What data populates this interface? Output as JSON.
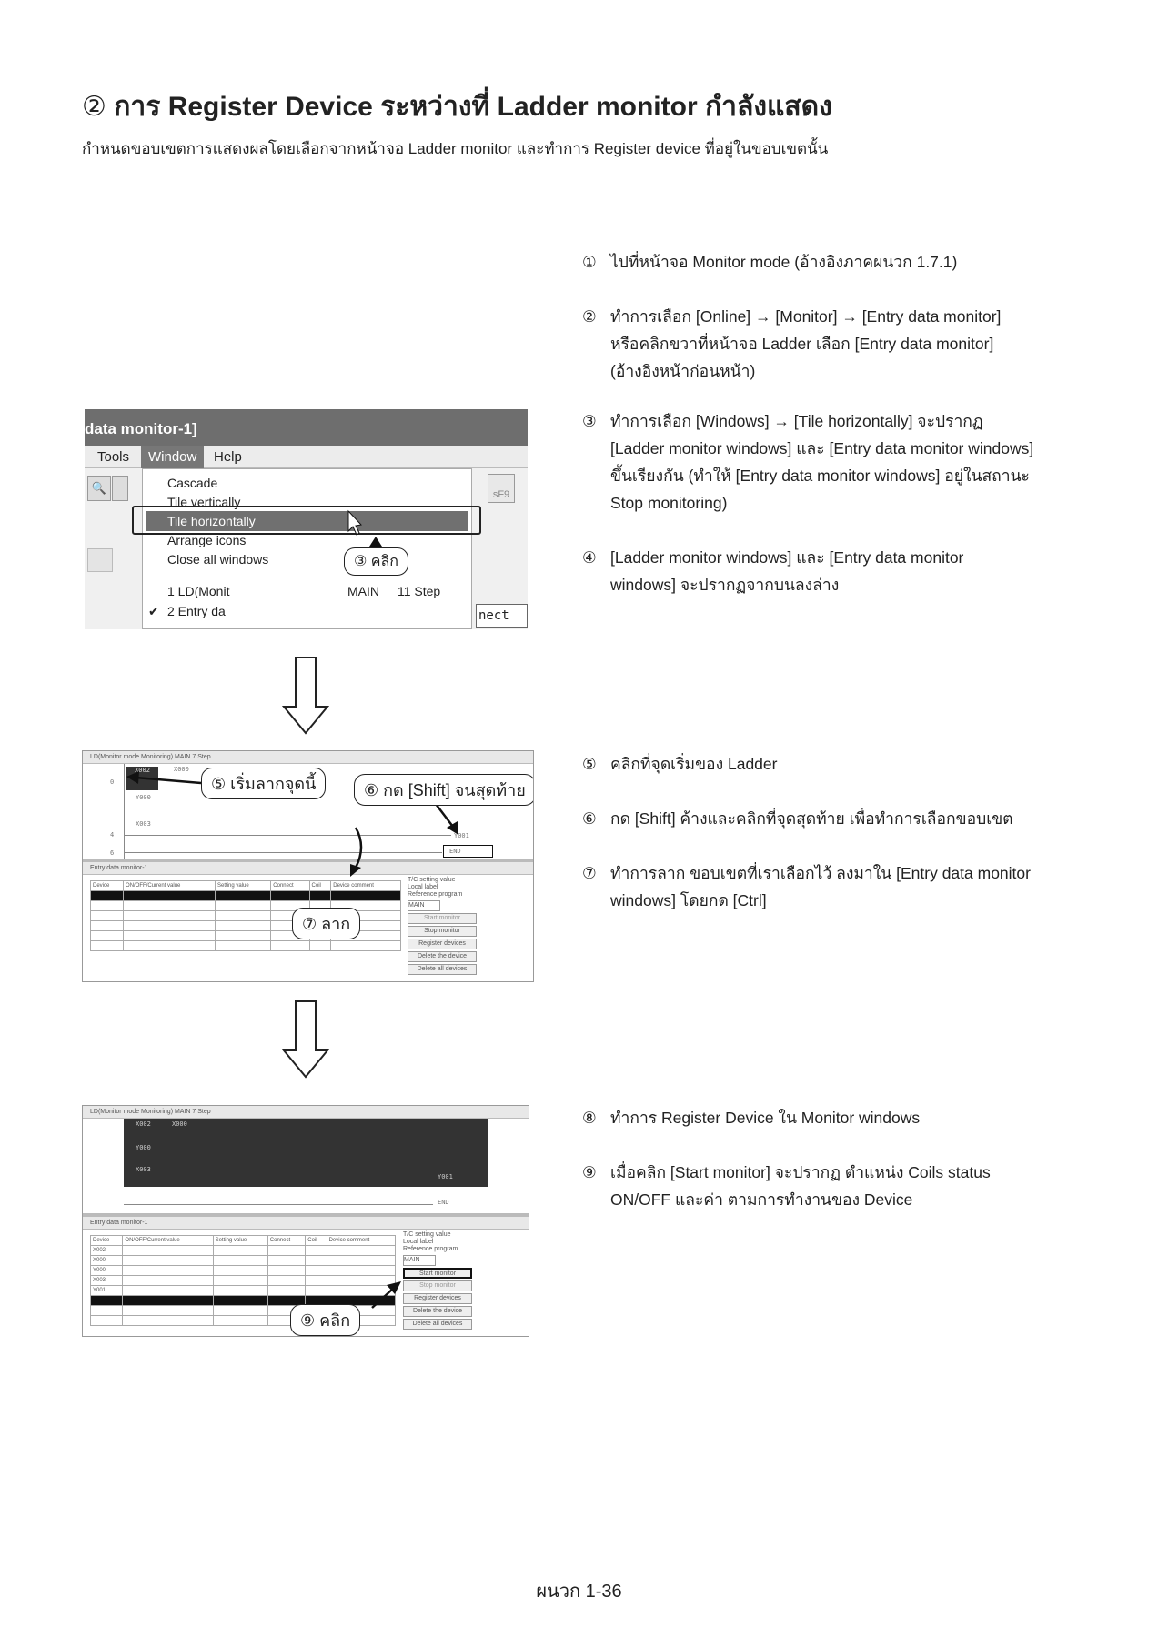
{
  "header": {
    "number": "②",
    "title": "การ Register Device ระหว่างที่ Ladder monitor กำลังแสดง",
    "subtitle": "กำหนดขอบเขตการแสดงผลโดยเลือกจากหน้าจอ Ladder monitor และทำการ Register device ที่อยู่ในขอบเขตนั้น"
  },
  "steps": [
    {
      "num": "①",
      "lines": [
        "ไปที่หน้าจอ Monitor mode (อ้างอิงภาคผนวก 1.7.1)"
      ]
    },
    {
      "num": "②",
      "lines": [
        "ทำการเลือก [Online] → [Monitor] → [Entry data monitor]",
        "หรือคลิกขวาที่หน้าจอ Ladder เลือก [Entry data monitor]",
        "(อ้างอิงหน้าก่อนหน้า)"
      ]
    },
    {
      "num": "③",
      "lines": [
        "ทำการเลือก [Windows] → [Tile horizontally] จะปรากฏ",
        "[Ladder monitor windows] และ [Entry data monitor windows]",
        "ขึ้นเรียงกัน (ทำให้ [Entry data monitor windows] อยู่ในสถานะ",
        "Stop monitoring)"
      ]
    },
    {
      "num": "④",
      "lines": [
        "[Ladder monitor windows] และ [Entry data monitor",
        "windows] จะปรากฏจากบนลงล่าง"
      ]
    },
    {
      "num": "⑤",
      "lines": [
        "คลิกที่จุดเริ่มของ Ladder"
      ]
    },
    {
      "num": "⑥",
      "lines": [
        "กด [Shift] ค้างและคลิกที่จุดสุดท้าย เพื่อทำการเลือกขอบเขต"
      ]
    },
    {
      "num": "⑦",
      "lines": [
        "ทำการลาก ขอบเขตที่เราเลือกไว้ ลงมาใน [Entry data monitor",
        "windows] โดยกด [Ctrl]"
      ]
    },
    {
      "num": "⑧",
      "lines": [
        "ทำการ Register Device ใน Monitor windows"
      ]
    },
    {
      "num": "⑨",
      "lines": [
        "เมื่อคลิก [Start monitor] จะปรากฏ ตำแหน่ง Coils status",
        "ON/OFF และค่า ตามการทำงานของ Device"
      ]
    }
  ],
  "shot1": {
    "window_title": "data monitor-1]",
    "menus": [
      "Tools",
      "Window",
      "Help"
    ],
    "menu_items": [
      "Cascade",
      "Tile vertically",
      "Tile horizontally",
      "Arrange icons",
      "Close all windows"
    ],
    "window_list": [
      "1 LD(Monit",
      "MAIN",
      "11 Step",
      "2 Entry da"
    ],
    "toolbar_key": "sF9",
    "status_fragment": "nect",
    "callout": "③ คลิก"
  },
  "shot2": {
    "ladder_title": "LD(Monitor mode Monitoring)  MAIN  7 Step",
    "contacts": [
      "X002",
      "X000",
      "Y000",
      "X003",
      "Y001",
      "END"
    ],
    "rungs": [
      "0",
      "4",
      "6"
    ],
    "entry_title": "Entry data monitor-1",
    "columns": [
      "Device",
      "ON/OFF/Current value",
      "Setting value",
      "Connect",
      "Coil",
      "Device comment"
    ],
    "side_labels": [
      "T/C setting value",
      "Local label",
      "Reference program"
    ],
    "program": "MAIN",
    "buttons": [
      "Start monitor",
      "Stop monitor",
      "Register devices",
      "Delete the device",
      "Delete all devices"
    ],
    "callouts": [
      "⑤ เริ่มลากจุดนี้",
      "⑥ กด [Shift] จนสุดท้าย",
      "⑦ ลาก"
    ]
  },
  "shot3": {
    "devices": [
      "X002",
      "X000",
      "Y000",
      "X003",
      "Y001"
    ],
    "callout": "⑨ คลิก"
  },
  "footer": {
    "page": "ผนวก 1-36"
  }
}
